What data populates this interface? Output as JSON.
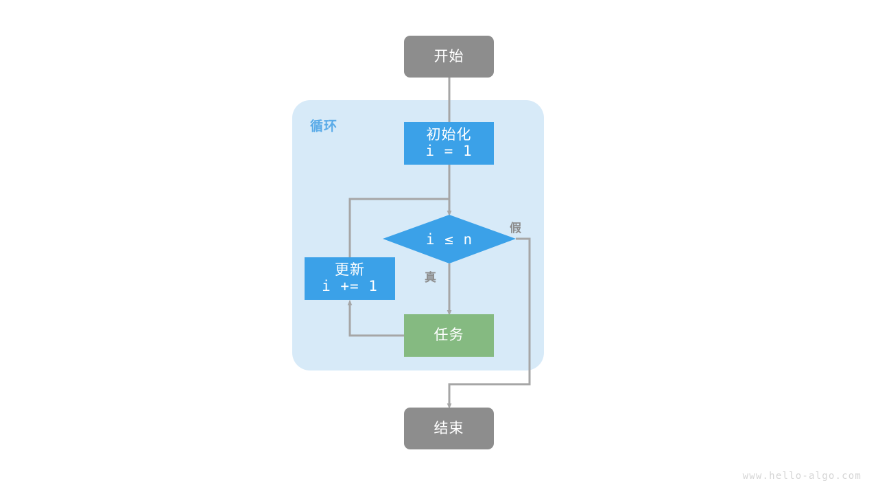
{
  "diagram": {
    "title_watermark": "www.hello-algo.com",
    "colors": {
      "terminal": "#8d8d8d",
      "process": "#3ba1e8",
      "task": "#85ba81",
      "group_fill": "#d7eaf8",
      "group_label": "#5aabe8",
      "edge": "#a6a6a6",
      "background": "#ffffff",
      "watermark": "#d5d5d5"
    },
    "group": {
      "label": "循环"
    },
    "nodes": {
      "start": {
        "label": "开始",
        "shape": "rounded-rectangle"
      },
      "init": {
        "label_line1": "初始化",
        "label_line2": "i = 1",
        "shape": "rectangle"
      },
      "condition": {
        "label": "i ≤ n",
        "shape": "diamond"
      },
      "update": {
        "label_line1": "更新",
        "label_line2": "i += 1",
        "shape": "rectangle"
      },
      "task": {
        "label": "任务",
        "shape": "rectangle"
      },
      "end": {
        "label": "结束",
        "shape": "rounded-rectangle"
      }
    },
    "edge_labels": {
      "true_branch": "真",
      "false_branch": "假"
    }
  }
}
